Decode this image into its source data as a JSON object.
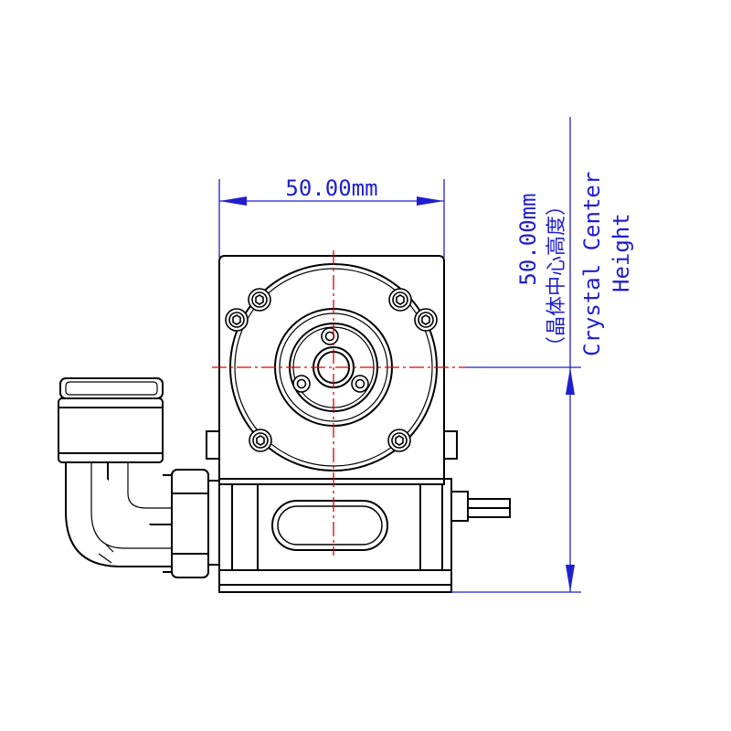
{
  "dimensions": {
    "width_label": "50.00mm",
    "height_label": "50.00mm",
    "height_caption_cn": "（晶体中心高度）",
    "height_caption_en_line1": "Crystal Center",
    "height_caption_en_line2": "Height"
  },
  "colors": {
    "dimension": "#1f1fd0",
    "outline": "#000000",
    "centerline": "#e00000"
  }
}
